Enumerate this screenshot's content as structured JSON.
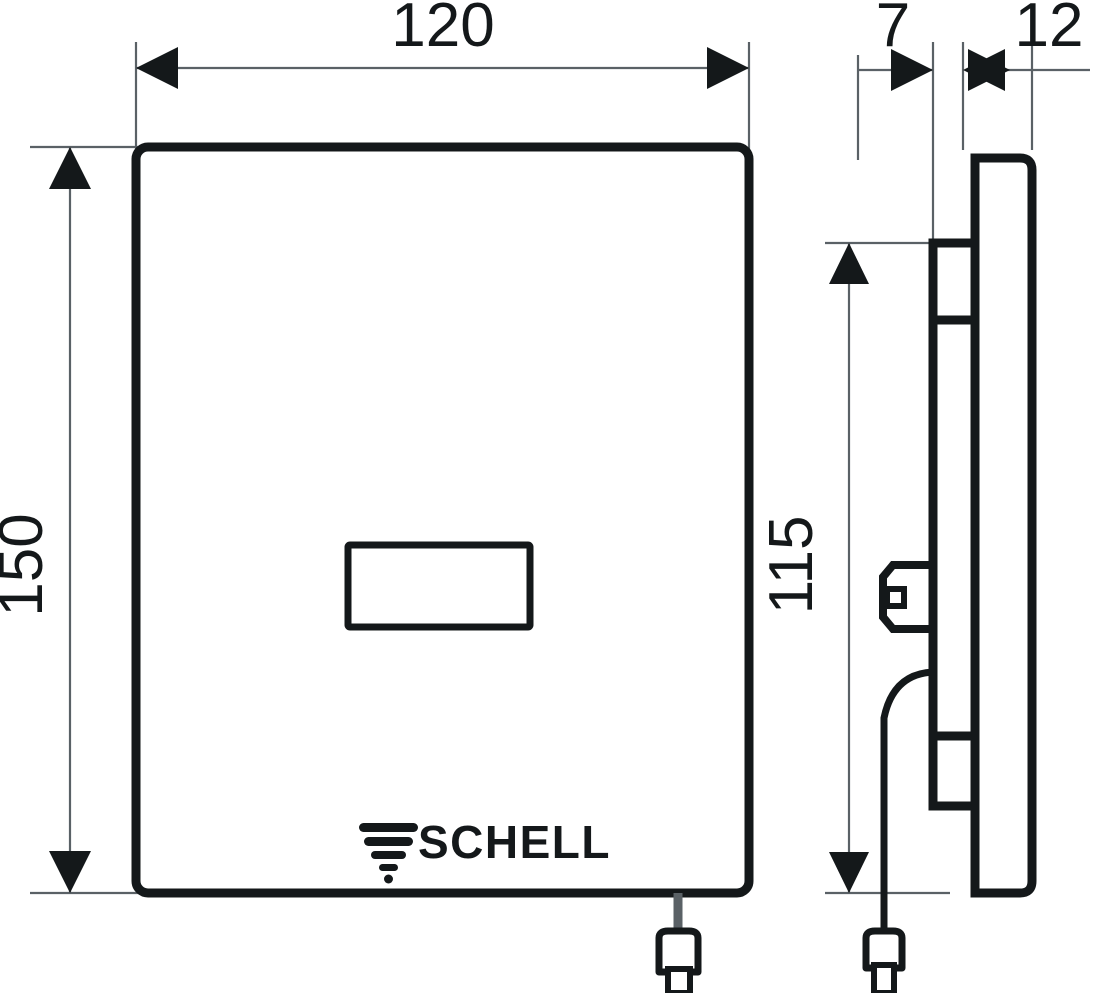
{
  "drawing": {
    "title": "SCHELL flush plate technical dimension drawing",
    "brand": "SCHELL",
    "line_color": "#14181a",
    "dimension_line_color": "#5a6166",
    "background_color": "#ffffff",
    "units": "mm"
  },
  "dimensions": {
    "width": {
      "label": "120",
      "value": 120,
      "orientation": "horizontal",
      "view": "front",
      "position": "top"
    },
    "height": {
      "label": "150",
      "value": 150,
      "orientation": "vertical",
      "view": "front",
      "position": "left"
    },
    "depth_recess": {
      "label": "7",
      "value": 7,
      "orientation": "horizontal",
      "view": "side",
      "position": "top"
    },
    "depth_plate": {
      "label": "12",
      "value": 12,
      "orientation": "horizontal",
      "view": "side",
      "position": "top"
    },
    "sensor_height": {
      "label": "115",
      "value": 115,
      "orientation": "vertical",
      "view": "side",
      "position": "left"
    }
  },
  "views": {
    "front": {
      "name": "front-view",
      "features": [
        {
          "name": "panel-outline",
          "type": "rounded-rectangle"
        },
        {
          "name": "sensor-window",
          "type": "rectangle"
        },
        {
          "name": "brand-logo",
          "type": "logo"
        },
        {
          "name": "cable-connector",
          "type": "connector"
        }
      ]
    },
    "side": {
      "name": "side-view",
      "features": [
        {
          "name": "plate-profile",
          "type": "profile"
        },
        {
          "name": "upper-notch",
          "type": "notch"
        },
        {
          "name": "lower-notch",
          "type": "notch"
        },
        {
          "name": "sensor-block",
          "type": "block"
        },
        {
          "name": "cable-curve",
          "type": "curve"
        },
        {
          "name": "cable-connector",
          "type": "connector"
        }
      ]
    }
  }
}
